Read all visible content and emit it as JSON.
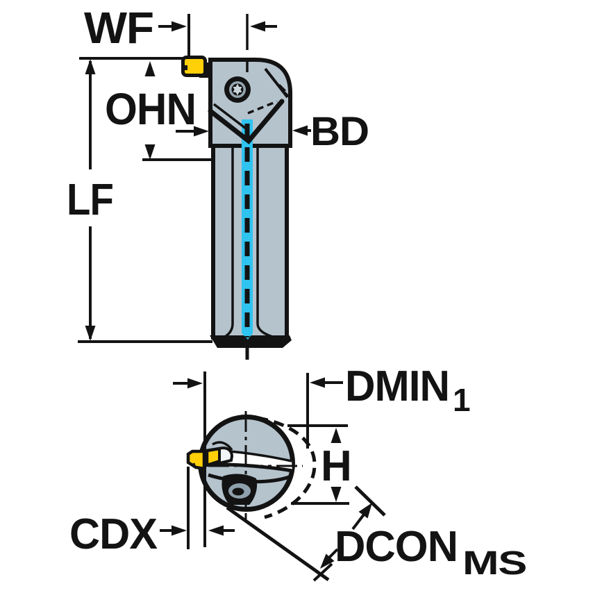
{
  "diagram": {
    "type": "technical-dimension-drawing",
    "subject": "boring bar tool holder with grooving insert, side view and end view",
    "labels": {
      "wf": "WF",
      "ohn": "OHN",
      "lf": "LF",
      "bd": "BD",
      "dmin": "DMIN",
      "dmin_sub": "1",
      "h": "H",
      "cdx": "CDX",
      "dcon": "DCON",
      "dcon_sub": "MS"
    },
    "colors": {
      "line": "#131313",
      "body_gray": "#b5c3cd",
      "insert_yellow": "#ffd008",
      "coolant_cyan": "#2fc3ef",
      "screw_gray": "#95a6b0",
      "highlight": "#c7d2d9",
      "background": "#ffffff"
    }
  }
}
